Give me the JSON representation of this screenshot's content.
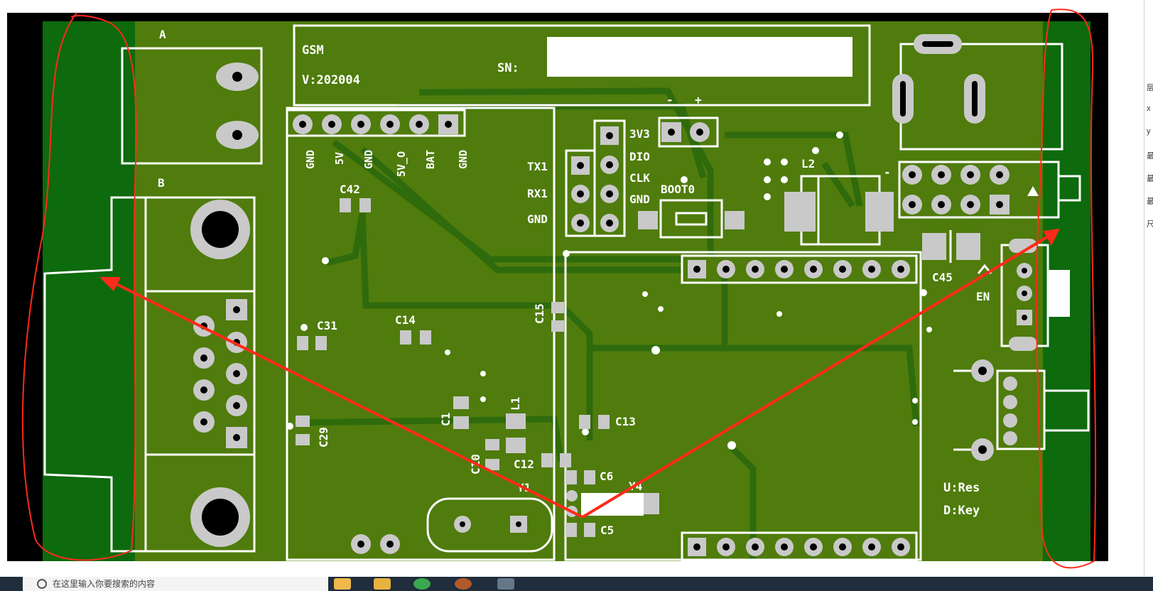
{
  "board": {
    "title_block": {
      "project": "GSM",
      "version": "V:202004",
      "serial_label": "SN:"
    },
    "header_pins": [
      "GND",
      "5V",
      "GND",
      "5V_O",
      "BAT",
      "GND"
    ],
    "connector_labels": [
      "A",
      "B"
    ],
    "uart_labels": [
      "TX1",
      "RX1",
      "GND"
    ],
    "swd_labels": [
      "3V3",
      "DIO",
      "CLK",
      "GND"
    ],
    "power_pins": [
      "-",
      "+"
    ],
    "boot_label": "BOOT0",
    "button_legend": [
      "U:Res",
      "D:Key"
    ],
    "en_label": "EN",
    "polarity_mark": "-",
    "components": [
      "C42",
      "C31",
      "C14",
      "C15",
      "C29",
      "C1",
      "L1",
      "C10",
      "C12",
      "C13",
      "C6",
      "C5",
      "Y1",
      "Y4",
      "L2",
      "C45"
    ]
  },
  "colors": {
    "pcb": "#4f7c0c",
    "copper": "#2f6b0c",
    "edge": "#0a6a0a",
    "silk": "#ffffff",
    "annotation": "#ff2a1a"
  },
  "taskbar": {
    "search_placeholder": "在这里输入你要搜索的内容"
  },
  "side_panel": {
    "chars": [
      "层",
      "x",
      "y",
      "最",
      "最",
      "最",
      "尺"
    ]
  }
}
